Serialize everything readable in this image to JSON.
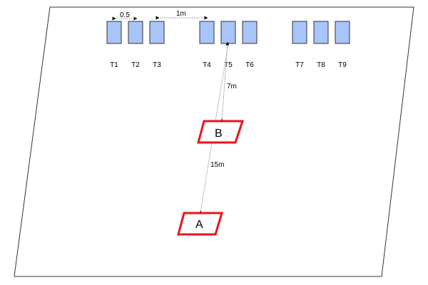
{
  "tables": [
    "T1",
    "T2",
    "T3",
    "T4",
    "T5",
    "T6",
    "T7",
    "T8",
    "T9"
  ],
  "dimensions": {
    "table_gap": "0.5",
    "group_gap": "1m",
    "b_to_t5": "7m",
    "a_to_t5": "15m"
  },
  "zones": {
    "a": "A",
    "b": "B"
  },
  "colors": {
    "table_fill": "#a8c4f8",
    "zone_border": "#e8141c"
  }
}
